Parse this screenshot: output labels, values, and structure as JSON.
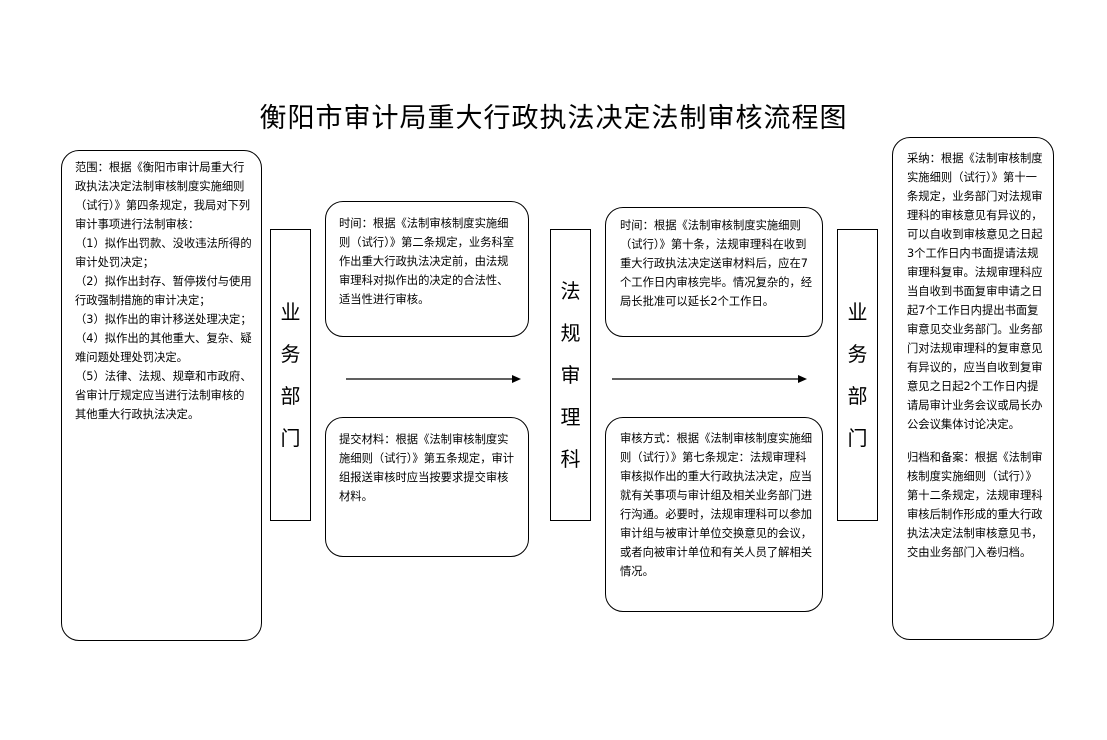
{
  "title": "衡阳市审计局重大行政执法决定法制审核流程图",
  "scope": {
    "lines": [
      "范围：根据《衡阳市审计局重大行政执法决定法制审核制度实施细则（试行）》第四条规定，我局对下列审计事项进行法制审核：",
      "（1）拟作出罚款、没收违法所得的审计处罚决定；",
      "（2）拟作出封存、暂停拨付与使用行政强制措施的审计决定；",
      "（3）拟作出的审计移送处理决定；",
      "（4）拟作出的其他重大、复杂、疑难问题处理处罚决定。",
      "（5）法律、法规、规章和市政府、省审计厅规定应当进行法制审核的其他重大行政执法决定。"
    ]
  },
  "vertical_boxes": {
    "left": "业务部门",
    "middle": "法规审理科",
    "right": "业务部门"
  },
  "time1": "时间：根据《法制审核制度实施细则（试行）》第二条规定，业务科室作出重大行政执法决定前，由法规审理科对拟作出的决定的合法性、适当性进行审核。",
  "materials": "提交材料：根据《法制审核制度实施细则（试行）》第五条规定，审计组报送审核时应当按要求提交审核材料。",
  "time2": "时间：根据《法制审核制度实施细则（试行）》第十条，法规审理科在收到重大行政执法决定送审材料后，应在7个工作日内审核完毕。情况复杂的，经局长批准可以延长2个工作日。",
  "method": "审核方式：根据《法制审核制度实施细则（试行）》第七条规定：法规审理科审核拟作出的重大行政执法决定，应当就有关事项与审计组及相关业务部门进行沟通。必要时，法规审理科可以参加审计组与被审计单位交换意见的会议，或者向被审计单位和有关人员了解相关情况。",
  "adopt": "采纳：根据《法制审核制度实施细则（试行）》第十一条规定，业务部门对法规审理科的审核意见有异议的，可以自收到审核意见之日起3个工作日内书面提请法规审理科复审。法规审理科应当自收到书面复审申请之日起7个工作日内提出书面复审意见交业务部门。业务部门对法规审理科的复审意见有异议的，应当自收到复审意见之日起2个工作日内提请局审计业务会议或局长办公会议集体讨论决定。",
  "archive": "归档和备案：根据《法制审核制度实施细则（试行）》第十二条规定，法规审理科审核后制作形成的重大行政执法决定法制审核意见书，交由业务部门入卷归档。"
}
